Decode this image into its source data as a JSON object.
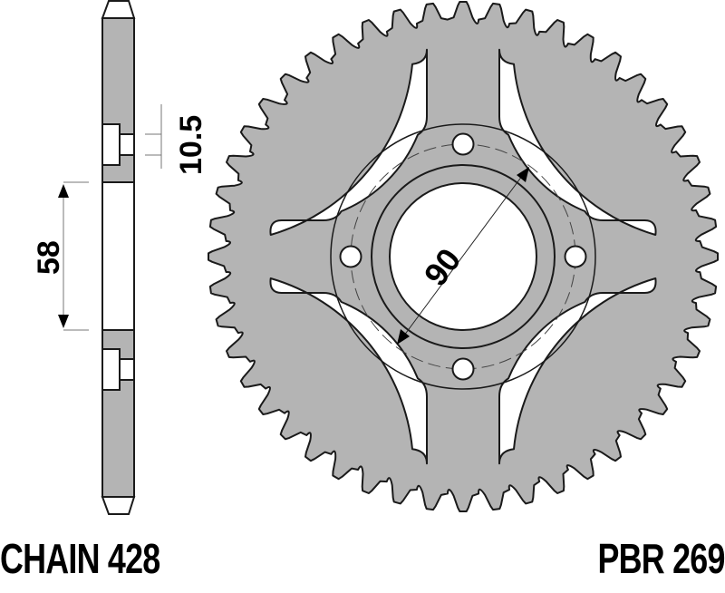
{
  "title": "Rear sprocket technical drawing",
  "labels": {
    "chain": "CHAIN 428",
    "part_number": "PBR 269"
  },
  "dimensions": {
    "thickness": "10.5",
    "hub_offset": "58",
    "bolt_circle_diameter": "90"
  },
  "sprocket": {
    "teeth": 48,
    "bolt_holes": 4,
    "spokes": 4
  },
  "colors": {
    "metal": "#b4b4b4",
    "outline": "#1a1a1a",
    "background": "#ffffff",
    "text": "#000000"
  }
}
